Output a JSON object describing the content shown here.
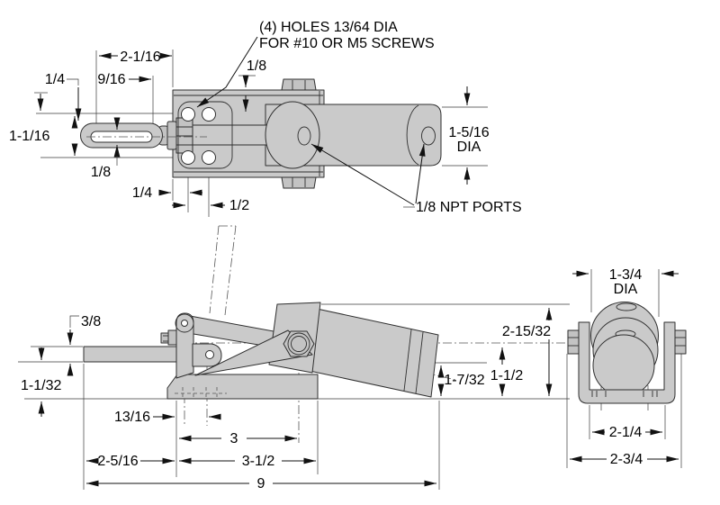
{
  "colors": {
    "background": "#ffffff",
    "metal_fill": "#cacaca",
    "outline": "#2f2f2f",
    "dimension_line": "#111111",
    "text": "#000000"
  },
  "notes": {
    "holes_line1": "(4) HOLES 13/64 DIA",
    "holes_line2": "FOR #10 OR M5 SCREWS",
    "ports": "1/8 NPT PORTS"
  },
  "top_view": {
    "dims": {
      "overall": "2-1/16",
      "offset": "9/16",
      "quarter_top": "1/4",
      "arm_width": "1-1/16",
      "slot": "1/8",
      "plate_edge": "1/8",
      "quarter_bottom": "1/4",
      "half": "1/2",
      "cyl_dia_value": "1-5/16",
      "cyl_dia_label": "DIA"
    }
  },
  "side_view": {
    "dims": {
      "bar_thickness": "3/8",
      "bar_height": "1-1/32",
      "hole_offset": "13/16",
      "hole_span": "3",
      "arm_reach": "2-5/16",
      "base_length": "3-1/2",
      "overall_length": "9",
      "overall_height": "2-15/32",
      "cyl_height": "1-7/32",
      "center_height": "1-1/2"
    }
  },
  "end_view": {
    "dims": {
      "dia_value": "1-3/4",
      "dia_label": "DIA",
      "inner_width": "2-1/4",
      "outer_width": "2-3/4"
    }
  }
}
